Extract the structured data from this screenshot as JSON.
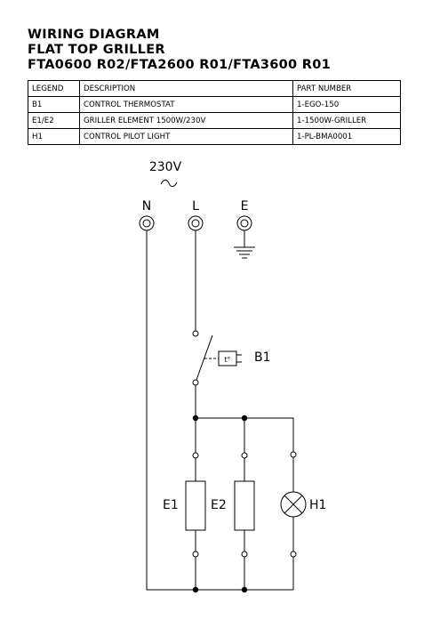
{
  "title": {
    "line1": "WIRING DIAGRAM",
    "line2": "FLAT TOP GRILLER",
    "line3": "FTA0600 R02/FTA2600 R01/FTA3600 R01"
  },
  "legend_table": {
    "headers": [
      "LEGEND",
      "DESCRIPTION",
      "PART NUMBER"
    ],
    "rows": [
      [
        "B1",
        "CONTROL THERMOSTAT",
        "1-EGO-150"
      ],
      [
        "E1/E2",
        "GRILLER ELEMENT 1500W/230V",
        "1-1500W-GRILLER"
      ],
      [
        "H1",
        "CONTROL PILOT LIGHT",
        "1-PL-BMA0001"
      ]
    ]
  },
  "diagram": {
    "supply_voltage": "230V",
    "ac_symbol": "~",
    "terminals": [
      "N",
      "L",
      "E"
    ],
    "thermostat_label": "B1",
    "thermostat_symbol": "t°",
    "element_labels": [
      "E1",
      "E2"
    ],
    "lamp_label": "H1"
  }
}
